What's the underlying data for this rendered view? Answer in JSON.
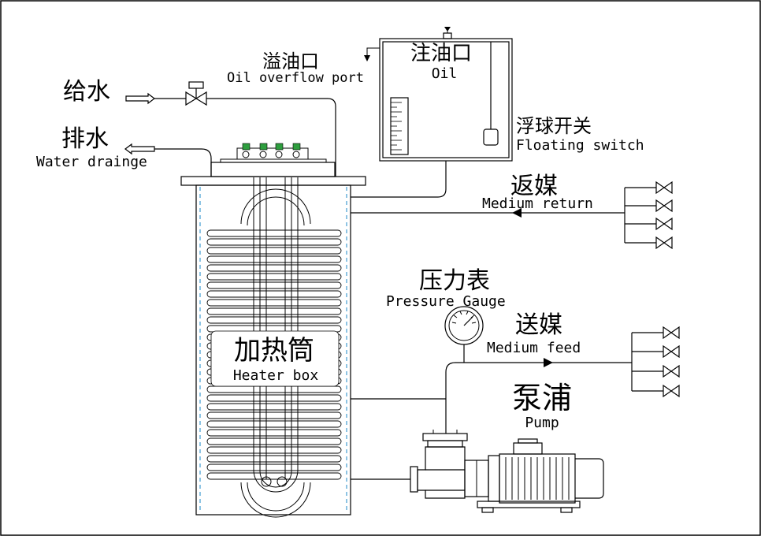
{
  "labels": {
    "water_feed_cn": "给水",
    "water_drain_cn": "排水",
    "water_drain_en": "Water drainge",
    "oil_overflow_cn": "溢油口",
    "oil_overflow_en": "Oil overflow port",
    "oil_fill_cn": "注油口",
    "oil_fill_en": "Oil",
    "float_switch_cn": "浮球开关",
    "float_switch_en": "Floating switch",
    "medium_return_cn": "返媒",
    "medium_return_en": "Medium return",
    "pressure_gauge_cn": "压力表",
    "pressure_gauge_en": "Pressure Gauge",
    "medium_feed_cn": "送媒",
    "medium_feed_en": "Medium feed",
    "heater_box_cn": "加热筒",
    "heater_box_en": "Heater box",
    "pump_cn": "泵浦",
    "pump_en": "Pump"
  },
  "colors": {
    "line": "#000000",
    "insulation_dash": "#1e88c8",
    "terminal_green": "#2e9e3e"
  }
}
